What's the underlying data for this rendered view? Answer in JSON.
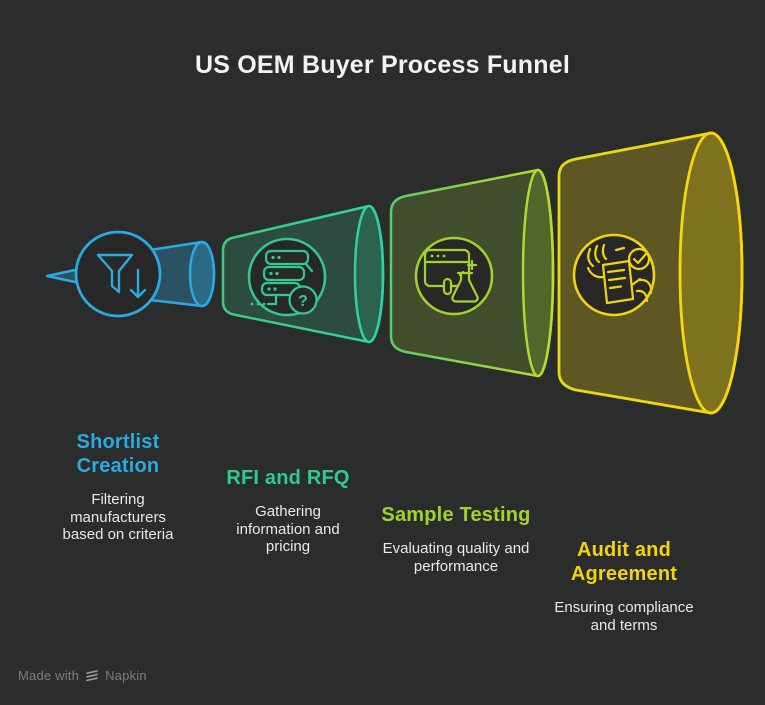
{
  "title": "US OEM Buyer Process Funnel",
  "stages": [
    {
      "label": "Shortlist Creation",
      "description": "Filtering manufacturers based on criteria",
      "color": "#29ABE2",
      "icon": "filter-down-icon"
    },
    {
      "label": "RFI and RFQ",
      "description": "Gathering information and pricing",
      "color": "#2FCB8E",
      "icon": "database-question-icon"
    },
    {
      "label": "Sample Testing",
      "description": "Evaluating quality and performance",
      "color": "#A2D32B",
      "icon": "browser-flask-icon"
    },
    {
      "label": "Audit and Agreement",
      "description": "Ensuring compliance and terms",
      "color": "#F2D40E",
      "icon": "contract-check-icon"
    }
  ],
  "icon_glyphs": {
    "question_mark": "?"
  },
  "watermark": {
    "prefix": "Made with",
    "brand": "Napkin"
  },
  "colors": {
    "background": "#2B2C2C",
    "title_text": "#F2F2F2",
    "description_text": "#E9E9E9",
    "watermark_text": "#7E7E7E"
  }
}
